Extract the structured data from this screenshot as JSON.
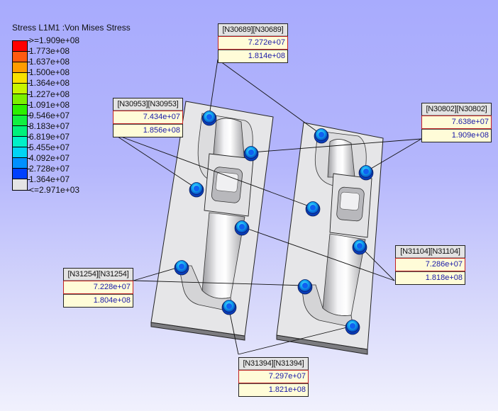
{
  "legend": {
    "title": "Stress L1M1 :Von Mises Stress",
    "colors": [
      "#ff0000",
      "#ff5a10",
      "#ff9c00",
      "#f8e000",
      "#c8f400",
      "#7cf000",
      "#2cf000",
      "#10f040",
      "#00f07c",
      "#00f0c8",
      "#00d4f4",
      "#0090ff",
      "#0040ff",
      "#e4e4e4"
    ],
    "labels": [
      ">=1.909e+08",
      "1.773e+08",
      "1.637e+08",
      "1.500e+08",
      "1.364e+08",
      "1.227e+08",
      "1.091e+08",
      "9.546e+07",
      "8.183e+07",
      "6.819e+07",
      "5.455e+07",
      "4.092e+07",
      "2.728e+07",
      "1.364e+07",
      "<=2.971e+03"
    ]
  },
  "probes": [
    {
      "id": "[N30689][N30689]",
      "v1": "7.272e+07",
      "v2": "1.814e+08"
    },
    {
      "id": "[N30953][N30953]",
      "v1": "7.434e+07",
      "v2": "1.856e+08"
    },
    {
      "id": "[N30802][N30802]",
      "v1": "7.638e+07",
      "v2": "1.909e+08"
    },
    {
      "id": "[N31104][N31104]",
      "v1": "7.286e+07",
      "v2": "1.818e+08"
    },
    {
      "id": "[N31254][N31254]",
      "v1": "7.228e+07",
      "v2": "1.804e+08"
    },
    {
      "id": "[N31394][N31394]",
      "v1": "7.297e+07",
      "v2": "1.821e+08"
    }
  ],
  "colors": {
    "background_top": "#a8abfd",
    "plate": "#e6e6e8",
    "bolt": "#1a8ff0",
    "probe_bg": "#fffcd8",
    "probe_value": "#1a1aa8",
    "probe_border_red": "#c02020"
  }
}
